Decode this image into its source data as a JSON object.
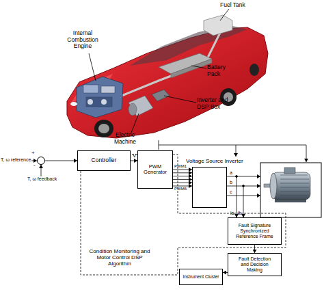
{
  "diagram": {
    "nodes": [
      {
        "text": [
          "+",
          "-"
        ]
      },
      {
        "text": [
          "Condition Monitoring and Motor Control DSP Algorithm"
        ]
      },
      {
        "text": [
          "Controller"
        ],
        "in": 1
      },
      {
        "text": [
          "PWM Generator"
        ],
        "in": 1
      },
      {
        "text": [
          "Voltage Source Inverter"
        ]
      },
      {
        "text": [
          "Fault Signature Synchronized Reference Frame"
        ],
        "in": 1
      },
      {
        "text": [
          "Fault Detection and Decision Making"
        ]
      },
      {
        "text": [
          "Instrument Cluster"
        ]
      }
    ],
    "edges": [
      {
        "from": 0,
        "to": 2,
        "arrow": "to"
      },
      {
        "from": 2,
        "to": 3,
        "arrow": "to",
        "label": "V"
      },
      {
        "from": 3,
        "to": 4,
        "arrow": "to",
        "label": "PWM1"
      },
      {
        "from": 3,
        "to": 4,
        "arrow": "to"
      },
      {
        "from": 3,
        "to": 4,
        "arrow": "to"
      },
      {
        "from": 3,
        "to": 4,
        "arrow": "to"
      },
      {
        "from": 3,
        "to": 4,
        "arrow": "to"
      },
      {
        "from": 3,
        "to": 4,
        "arrow": "to",
        "label": "PWM6"
      },
      {
        "from": 5,
        "to": 6,
        "arrow": "to"
      },
      {
        "from": 6,
        "to": 7,
        "arrow": "to"
      }
    ],
    "labels": [
      "Fuel Tank",
      "Internal Combustion Engine",
      "Battery Pack",
      "Inverter and DSP Box",
      "Electric Machine",
      "T, ω reference",
      "T, ω feedback",
      "a",
      "b",
      "c",
      "ia",
      "ib"
    ]
  }
}
